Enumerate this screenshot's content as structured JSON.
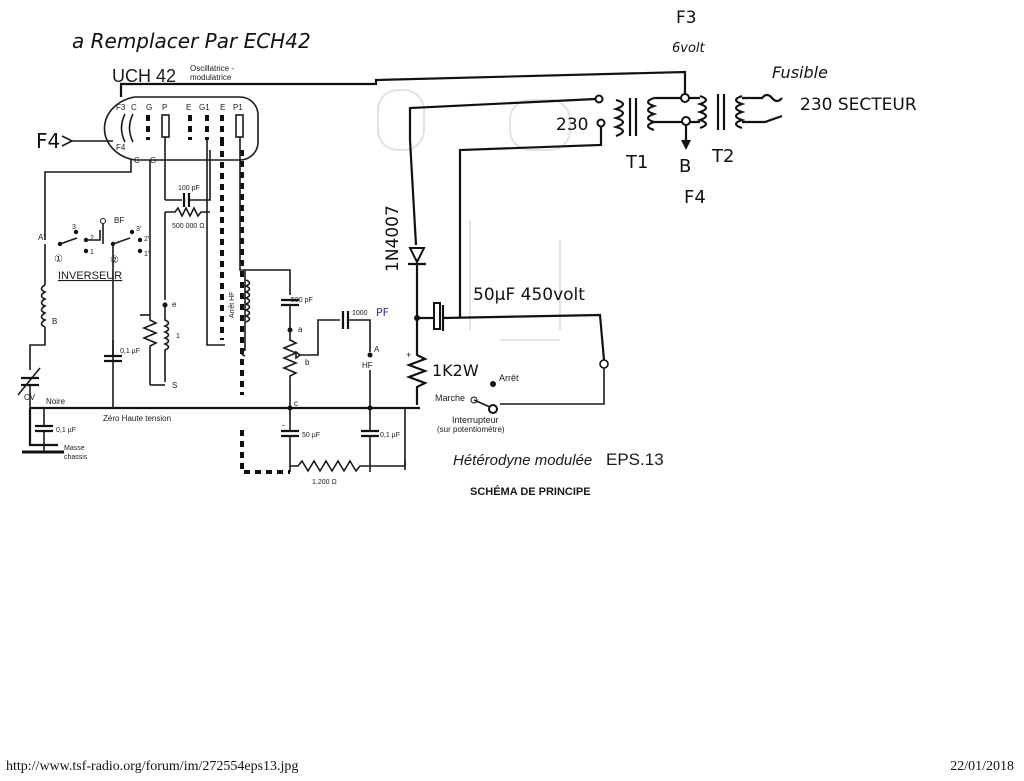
{
  "annotations": {
    "replace_note": "a Remplacer Par ECH42",
    "tube": "UCH 42",
    "tube_desc_1": "Oscillatrice -",
    "tube_desc_2": "modulatrice",
    "f3": "F3",
    "six_volt": "6volt",
    "fusible": "Fusible",
    "secteur": "230 SECTEUR",
    "v230": "230",
    "t1": "T1",
    "t2": "T2",
    "b": "B",
    "f4_right": "F4",
    "f4_left": "F4",
    "diode": "1N4007",
    "cap_50": "50µF 450volt",
    "res_1k": "1K2W",
    "pf_blue": "PF"
  },
  "labels": {
    "pin_f3": "F3",
    "pin_c": "C",
    "pin_g": "G",
    "pin_p": "P",
    "pin_e": "E",
    "pin_g1": "G1",
    "pin_e2": "E",
    "pin_p1": "P1",
    "f4_pin": "F4",
    "c_small": "C",
    "g_small": "G",
    "c100pf": "100 pF",
    "r500k": "500 000 Ω",
    "a_prime": "A'",
    "n3": "3",
    "n2": "2",
    "n1": "1",
    "bf": "BF",
    "n3p": "3'",
    "n2p": "2'",
    "n1p": "1'",
    "inverseur": "INVERSEUR",
    "circle1": "①",
    "circle2": "②",
    "b_left": "B",
    "cap01_mid": "0,1 µF",
    "e": "e",
    "s": "S",
    "one": "1",
    "arret_hf": "Arrêt HF",
    "c500pf": "500 pF",
    "a": "a",
    "b2": "b",
    "c": "c",
    "c1000": "1000",
    "hf": "HF",
    "a_big": "A",
    "cv": "CV",
    "noire": "Noire",
    "zero_ht": "Zéro Haute tension",
    "cap01_left": "0,1 µF",
    "masse": "Masse",
    "chassis": "chassis",
    "cap50_bottom": "50 µF",
    "cap01_bottom": "0,1 µF",
    "r1200": "1.200 Ω",
    "marche": "Marche",
    "arret": "Arrêt",
    "interrupteur": "Interrupteur",
    "sur_pot": "(sur potentiomètre)",
    "plus": "+",
    "minus": "-"
  },
  "title": {
    "main": "Hétérodyne modulée",
    "code": "EPS.13",
    "subtitle": "SCHÉMA DE PRINCIPE"
  },
  "footer": {
    "url": "http://www.tsf-radio.org/forum/im/272554eps13.jpg",
    "date": "22/01/2018"
  }
}
